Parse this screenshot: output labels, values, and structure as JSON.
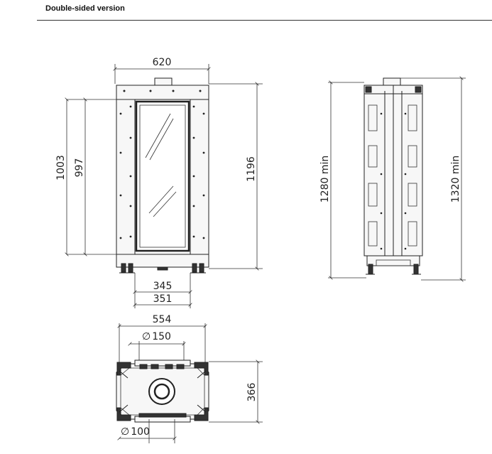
{
  "header": {
    "title": "Double-sided version"
  },
  "front_view": {
    "width_label": "620",
    "height_outer_label": "1003",
    "height_inner_label": "997",
    "height_total_label": "1196",
    "feet_inner_label": "345",
    "feet_outer_label": "351"
  },
  "side_view": {
    "left_label": "1280 min",
    "right_label": "1320 min"
  },
  "top_view": {
    "width_label": "554",
    "flue_label": "150",
    "depth_label": "366",
    "inlet_label": "100",
    "diameter_symbol": "∅"
  }
}
